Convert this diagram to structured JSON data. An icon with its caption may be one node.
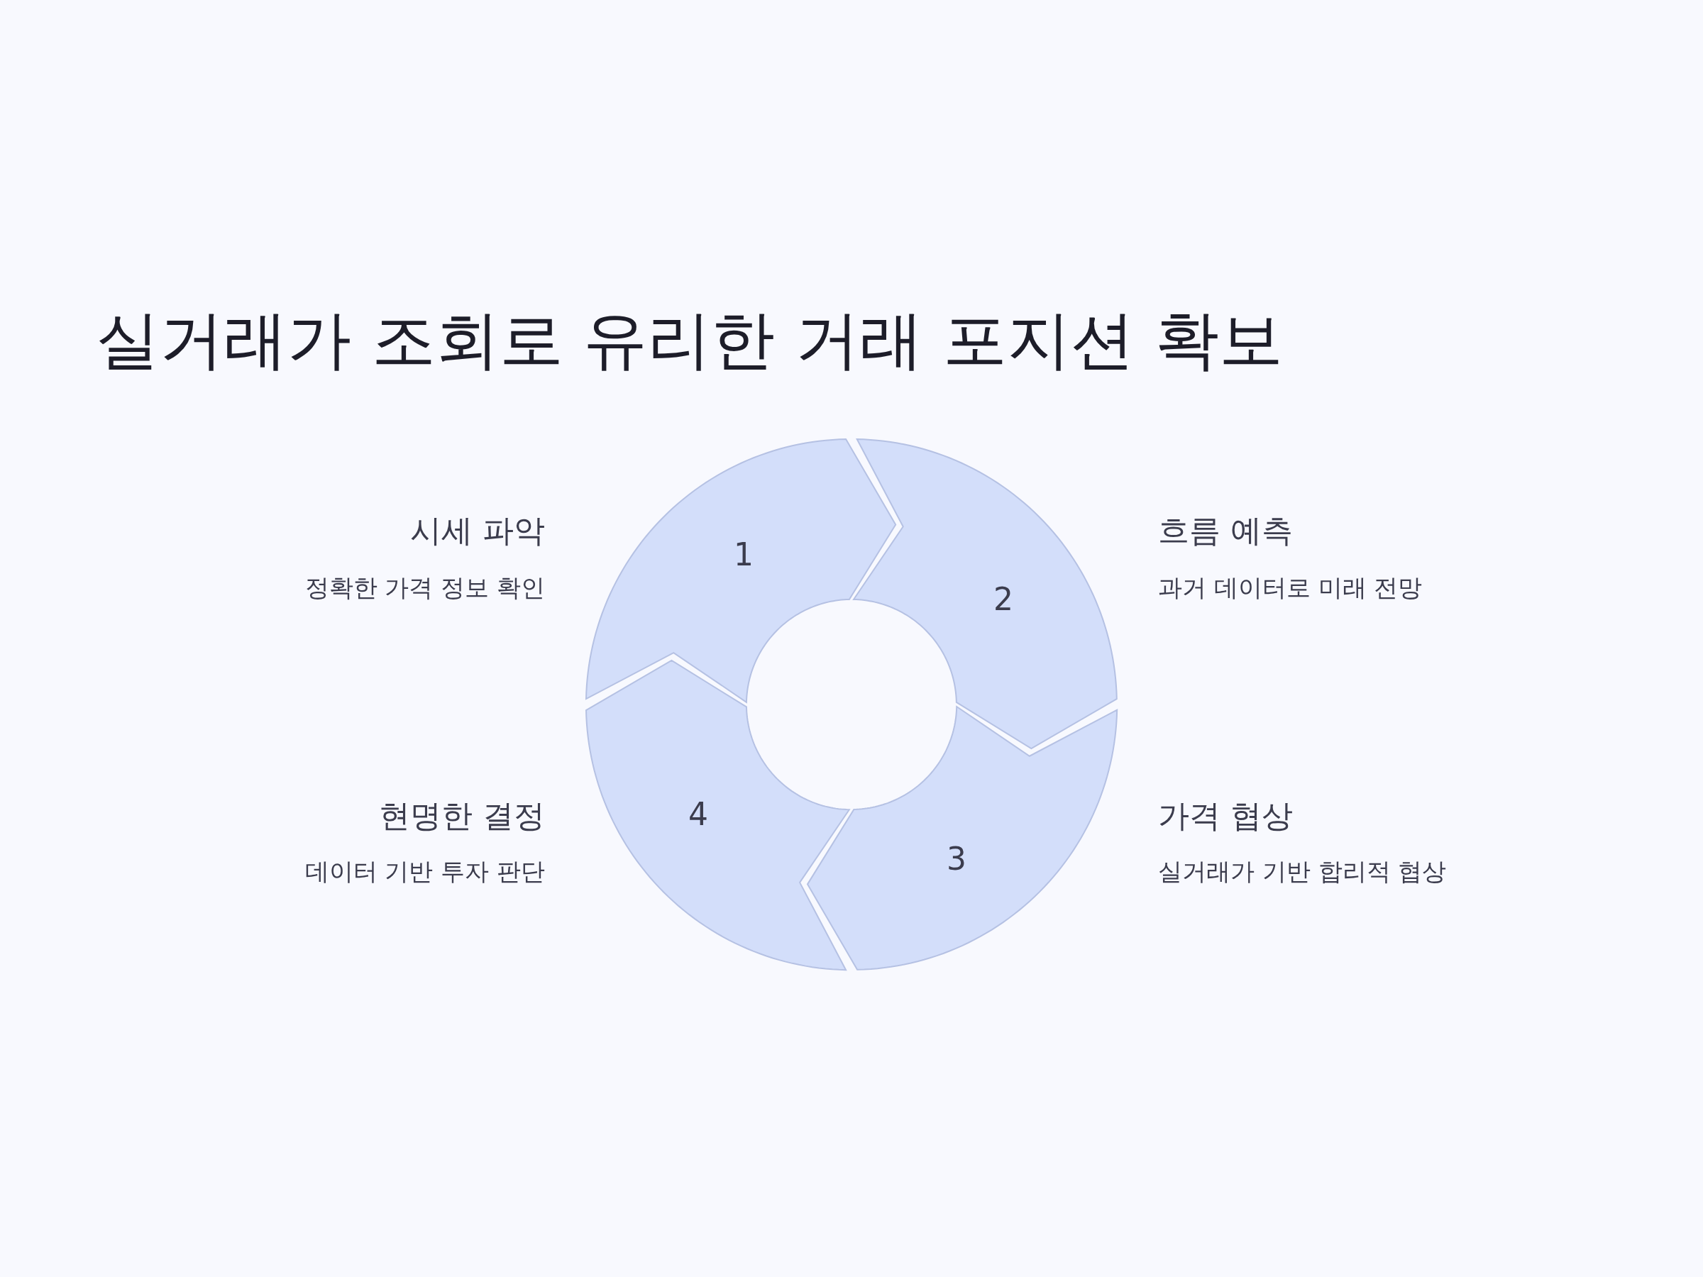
{
  "diagram": {
    "title": "실거래가 조회로 유리한 거래 포지션 확보",
    "nodes": [
      {
        "text": [
          "1"
        ],
        "beside": [
          "시세 파악",
          "정확한 가격 정보 확인"
        ]
      },
      {
        "text": [
          "2"
        ],
        "beside": [
          "흐름 예측",
          "과거 데이터로 미래 전망"
        ]
      },
      {
        "text": [
          "3"
        ],
        "beside": [
          "가격 협상",
          "실거래가 기반 합리적 협상"
        ]
      },
      {
        "text": [
          "4"
        ],
        "beside": [
          "현명한 결정",
          "데이터 기반 투자 판단"
        ]
      }
    ]
  }
}
